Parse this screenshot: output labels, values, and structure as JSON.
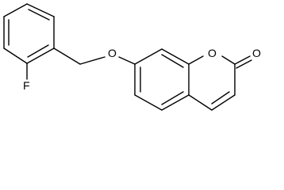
{
  "molecule": {
    "atom_labels": {
      "fluorine": "F",
      "ether_oxygen": "O",
      "ring_oxygen": "O",
      "carbonyl_oxygen": "O"
    }
  },
  "colors": {
    "bond": "#000000",
    "label": "#000000",
    "background": "#ffffff"
  }
}
